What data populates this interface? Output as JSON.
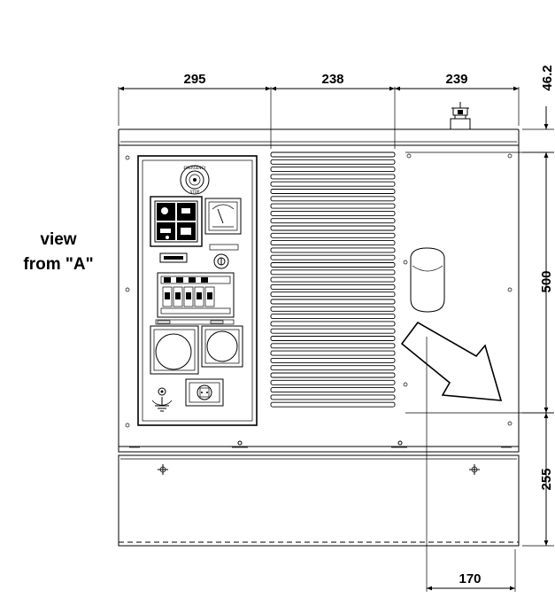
{
  "view_label": {
    "line1": "view",
    "line2": "from \"A\""
  },
  "dimensions": {
    "d295": "295",
    "d238": "238",
    "d239": "239",
    "d46": "46.2",
    "d500": "500",
    "d255": "255",
    "d170": "170"
  },
  "panel": {
    "emergency_top": "EMERGENCY",
    "emergency_bottom": "STOP"
  }
}
